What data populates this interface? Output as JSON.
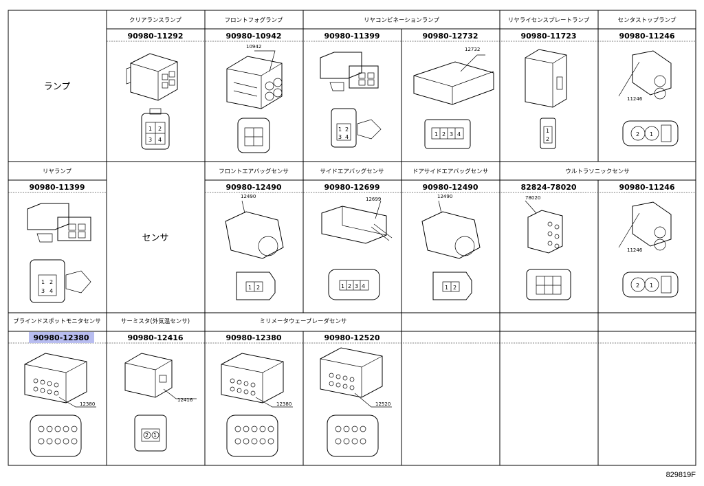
{
  "category_lamp": "ランプ",
  "category_sensor": "センサ",
  "row1": {
    "headers": [
      "クリアランスランプ",
      "フロントフォグランプ",
      "リヤコンビネーションランプ",
      "リヤライセンスプレートランプ",
      "センタストップランプ"
    ],
    "parts": [
      "90980-11292",
      "90980-10942",
      "90980-11399",
      "90980-12732",
      "90980-11723",
      "90980-11246"
    ],
    "codes": [
      "10942",
      "12732",
      "11246"
    ]
  },
  "row2": {
    "headers": [
      "リヤランプ",
      "フロントエアバッグセンサ",
      "サイドエアバッグセンサ",
      "ドアサイドエアバッグセンサ",
      "ウルトラソニックセンサ"
    ],
    "parts": [
      "90980-11399",
      "90980-12490",
      "90980-12699",
      "90980-12490",
      "82824-78020",
      "90980-11246"
    ],
    "codes": [
      "12490",
      "12699",
      "12490",
      "78020",
      "11246"
    ]
  },
  "row3": {
    "headers": [
      "ブラインドスポットモニタセンサ",
      "サーミスタ(外気温センサ)",
      "ミリメータウェーブレーダセンサ"
    ],
    "parts": [
      "90980-12380",
      "90980-12416",
      "90980-12380",
      "90980-12520"
    ],
    "codes": [
      "12380",
      "12416",
      "12380",
      "12520"
    ]
  },
  "pins": {
    "quad": [
      "1",
      "2",
      "3",
      "4"
    ],
    "pair": [
      "1",
      "2"
    ],
    "pair_rev": [
      "2",
      "1"
    ],
    "quad_row": [
      "1",
      "2",
      "3",
      "4"
    ]
  },
  "reference": "829819F",
  "highlight_color": "#b8bdf0"
}
